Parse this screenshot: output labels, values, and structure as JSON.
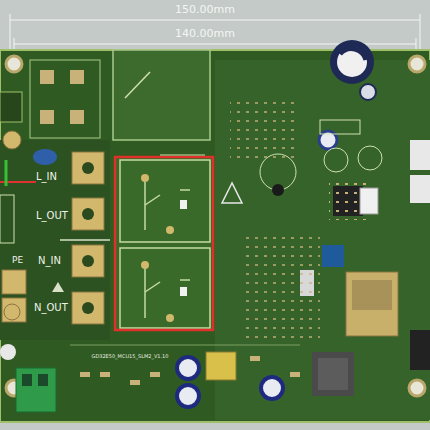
{
  "diagram": {
    "labels": [
      "150.00mm",
      "140.00mm",
      "L_IN",
      "L_OUT",
      "PE",
      "N_IN",
      "N_OUT",
      "GD32E50_MCU15_SLM2_V1.10"
    ]
  }
}
